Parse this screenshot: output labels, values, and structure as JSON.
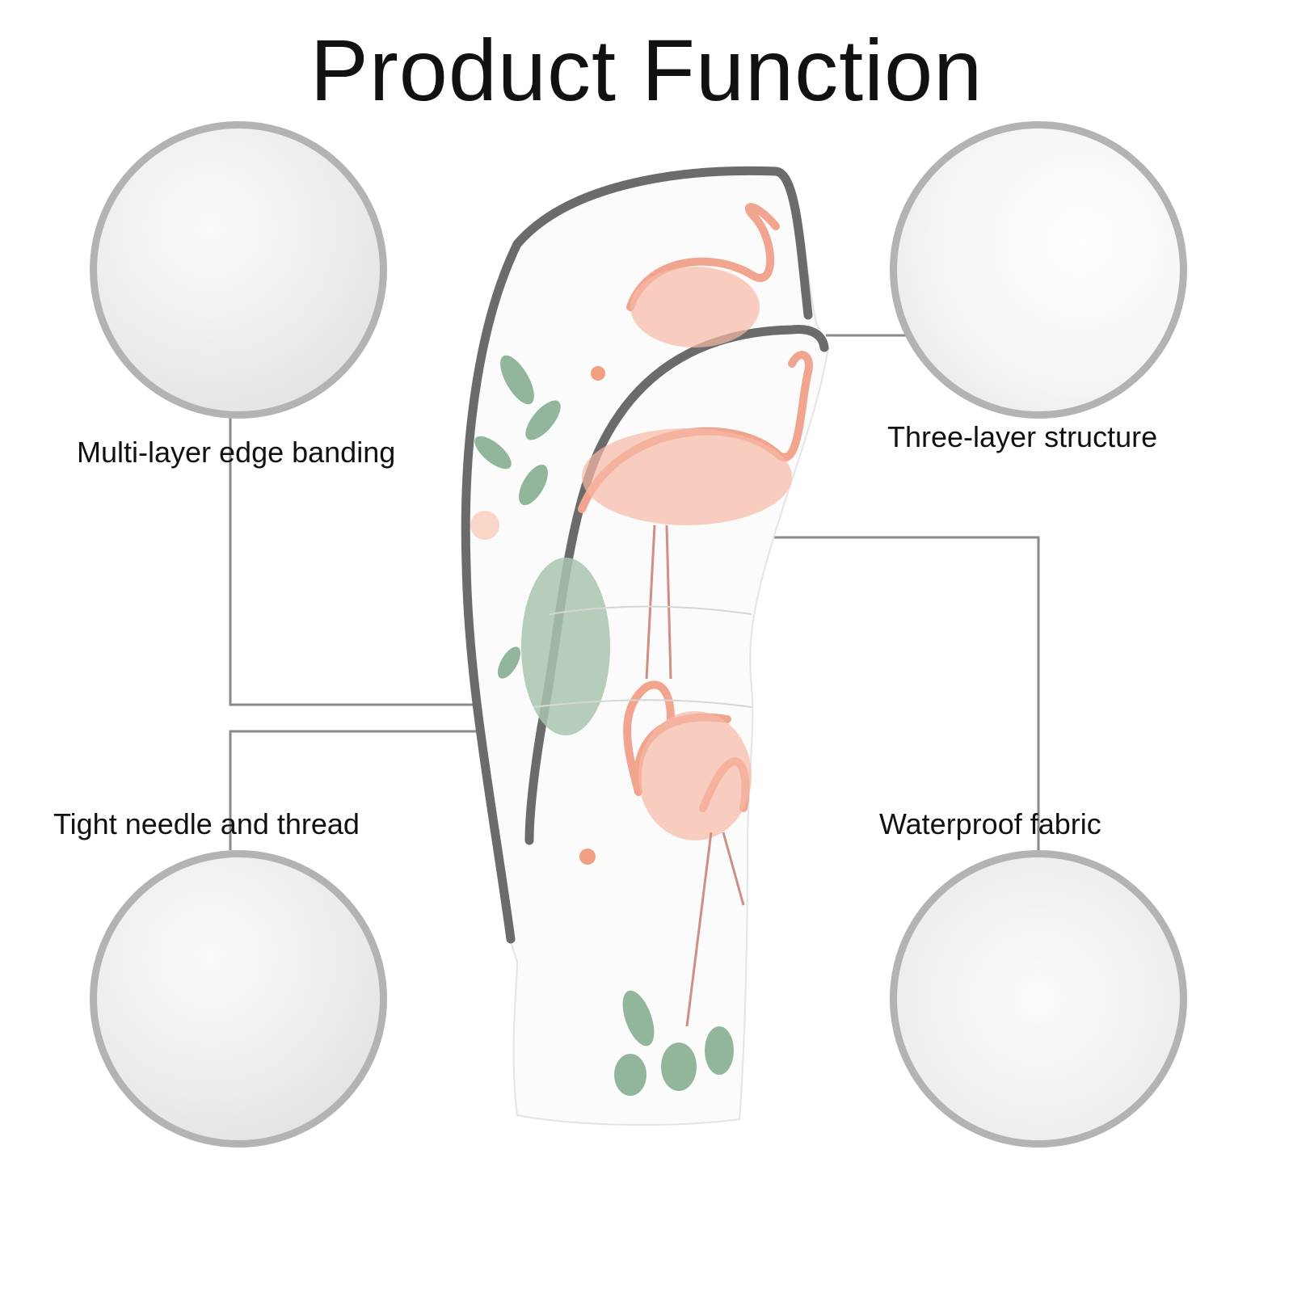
{
  "title": "Product Function",
  "features": [
    {
      "label": "Multi-layer edge banding"
    },
    {
      "label": "Three-layer structure"
    },
    {
      "label": "Tight needle and thread"
    },
    {
      "label": "Waterproof fabric"
    }
  ],
  "colors": {
    "ring": "#b3b3b3",
    "line": "#8a8a8a",
    "trim": "#6b6b6b",
    "flamingo": "#f2a58e",
    "leaf": "#7fa98a"
  }
}
